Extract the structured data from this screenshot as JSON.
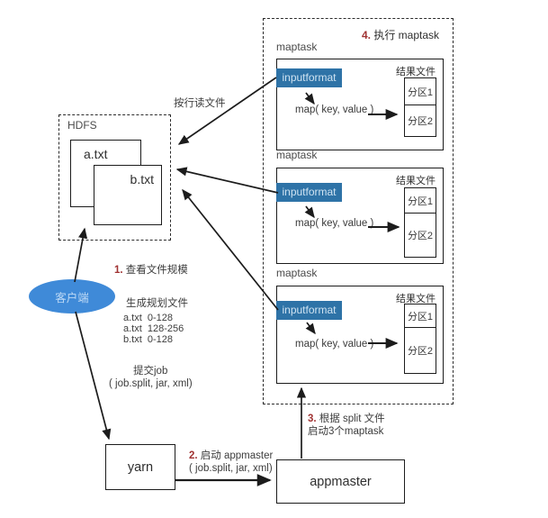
{
  "colors": {
    "inputformat_bg": "#2e73a7",
    "client_bg": "#3f8ad8",
    "client_text": "#bdd9f5",
    "step_number": "#a03232",
    "line": "#1c1c1c"
  },
  "hdfs": {
    "label": "HDFS",
    "file_a": "a.txt",
    "file_b": "b.txt"
  },
  "client": {
    "label": "客户端"
  },
  "steps": {
    "read_lines": "按行读文件",
    "s1_num": "1.",
    "s1_text": " 查看文件规模",
    "plan_title": "生成规划文件",
    "plan_line1": "a.txt  0-128",
    "plan_line2": "a.txt  128-256",
    "plan_line3": "b.txt  0-128",
    "submit_label": "提交job",
    "submit_params": "( job.split, jar, xml)",
    "s2_num": "2.",
    "s2_text": " 启动 appmaster",
    "s2_params": "( job.split, jar, xml)",
    "s3_num": "3.",
    "s3_line1": " 根据 split 文件",
    "s3_line2": "启动3个maptask",
    "s4_num": "4.",
    "s4_text": " 执行 maptask"
  },
  "maptasks": [
    {
      "label": "maptask",
      "inputformat": "inputformat",
      "map_fn": "map( key, value )",
      "result_label": "结果文件",
      "partition1": "分区1",
      "partition2": "分区2"
    },
    {
      "label": "maptask",
      "inputformat": "inputformat",
      "map_fn": "map( key, value )",
      "result_label": "结果文件",
      "partition1": "分区1",
      "partition2": "分区2"
    },
    {
      "label": "maptask",
      "inputformat": "inputformat",
      "map_fn": "map( key, value )",
      "result_label": "结果文件",
      "partition1": "分区1",
      "partition2": "分区2"
    }
  ],
  "yarn": {
    "label": "yarn"
  },
  "appmaster": {
    "label": "appmaster"
  }
}
